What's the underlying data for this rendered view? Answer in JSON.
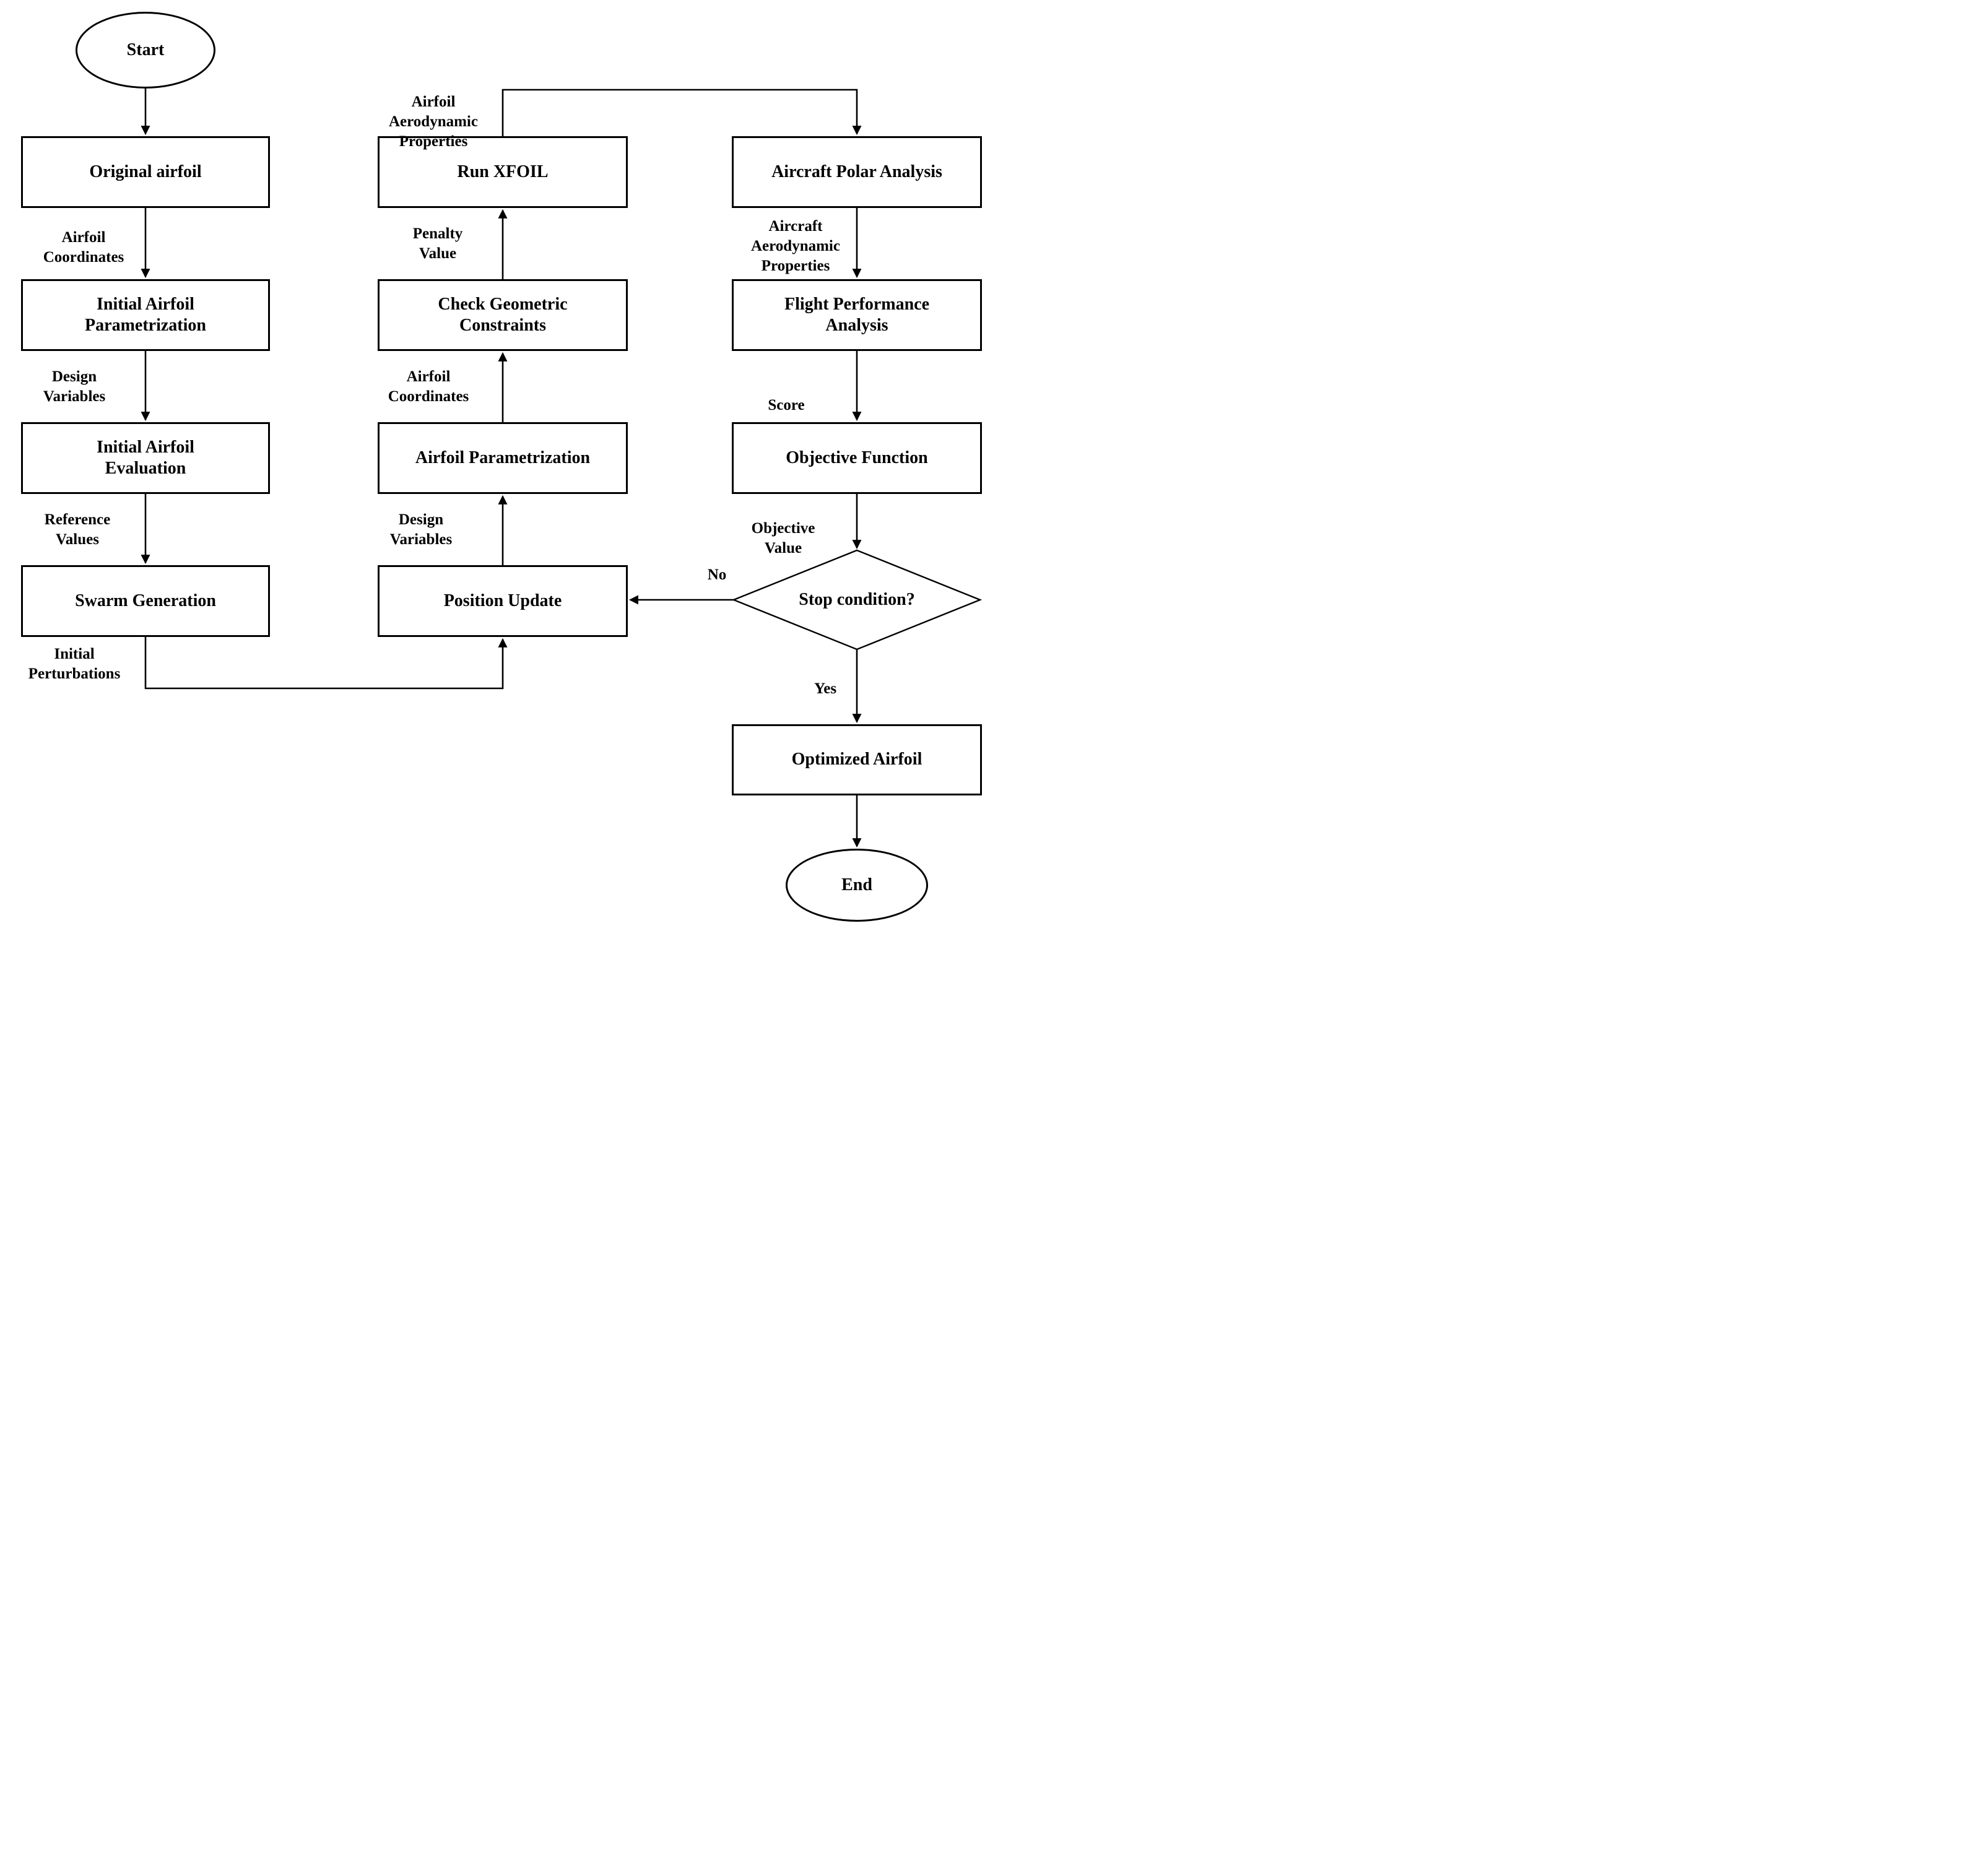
{
  "colors": {
    "stroke": "#000000",
    "background": "#ffffff",
    "text": "#000000"
  },
  "nodes": {
    "start": {
      "label": "Start",
      "type": "terminator"
    },
    "original_airfoil": {
      "label": "Original airfoil",
      "type": "process"
    },
    "initial_airfoil_parametrization": {
      "label": "Initial Airfoil\nParametrization",
      "type": "process"
    },
    "initial_airfoil_evaluation": {
      "label": "Initial Airfoil\nEvaluation",
      "type": "process"
    },
    "swarm_generation": {
      "label": "Swarm Generation",
      "type": "process"
    },
    "run_xfoil": {
      "label": "Run XFOIL",
      "type": "process"
    },
    "check_geometric_constraints": {
      "label": "Check Geometric\nConstraints",
      "type": "process"
    },
    "airfoil_parametrization": {
      "label": "Airfoil Parametrization",
      "type": "process"
    },
    "position_update": {
      "label": "Position Update",
      "type": "process"
    },
    "aircraft_polar_analysis": {
      "label": "Aircraft Polar Analysis",
      "type": "process"
    },
    "flight_performance_analysis": {
      "label": "Flight Performance\nAnalysis",
      "type": "process"
    },
    "objective_function": {
      "label": "Objective Function",
      "type": "process"
    },
    "stop_condition": {
      "label": "Stop condition?",
      "type": "decision"
    },
    "optimized_airfoil": {
      "label": "Optimized Airfoil",
      "type": "process"
    },
    "end": {
      "label": "End",
      "type": "terminator"
    }
  },
  "edge_labels": {
    "airfoil_coordinates_left": "Airfoil\nCoordinates",
    "design_variables_left": "Design\nVariables",
    "reference_values_left": "Reference\nValues",
    "initial_perturbations": "Initial\nPerturbations",
    "airfoil_aerodynamic_properties": "Airfoil\nAerodynamic\nProperties",
    "penalty_value": "Penalty\nValue",
    "airfoil_coordinates_middle": "Airfoil\nCoordinates",
    "design_variables_middle": "Design\nVariables",
    "aircraft_aerodynamic_properties": "Aircraft\nAerodynamic\nProperties",
    "score": "Score",
    "objective_value": "Objective\nValue",
    "no": "No",
    "yes": "Yes"
  }
}
